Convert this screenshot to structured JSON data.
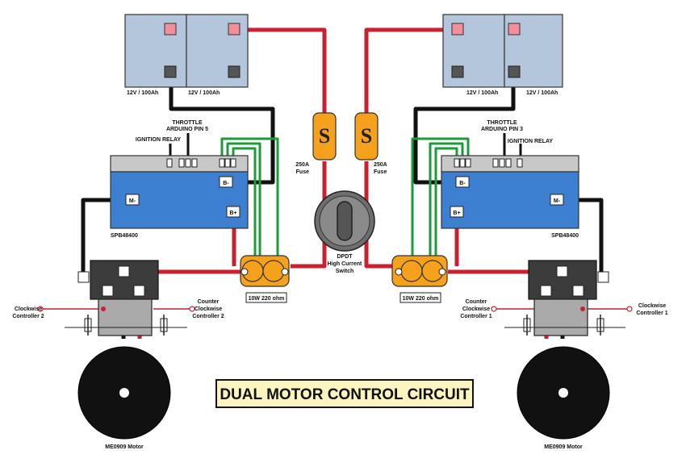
{
  "title": "DUAL MOTOR CONTROL CIRCUIT",
  "colors": {
    "battery": "#b4c6dc",
    "terminal_pos": "#f28f9a",
    "terminal_neg": "#555555",
    "wire_pos": "#cc1f2f",
    "wire_neg": "#111111",
    "wire_signal": "#1e9a3a",
    "controller_body": "#3d7fd0",
    "controller_top": "#c8c8c8",
    "resistor": "#f5a11c",
    "title_bg": "#fdf5c0",
    "relay_body": "#3c3c3c"
  },
  "left": {
    "battery_a": "12V / 100Ah",
    "battery_b": "12V / 100Ah",
    "throttle_line1": "THROTTLE",
    "throttle_line2": "ARDUINO PIN 5",
    "ignition": "IGNITION RELAY",
    "controller": "SPB48400",
    "b_minus": "B-",
    "b_plus": "B+",
    "m_minus": "M-",
    "fuse_line1": "250A",
    "fuse_line2": "Fuse",
    "resistor": "10W 220 ohm",
    "cw_line1": "Clockwise",
    "cw_line2": "Controller 2",
    "ccw_line1": "Counter",
    "ccw_line2": "Clockwise",
    "ccw_line3": "Controller 2",
    "motor": "ME0909 Motor"
  },
  "right": {
    "battery_a": "12V / 100Ah",
    "battery_b": "12V / 100Ah",
    "throttle_line1": "THROTTLE",
    "throttle_line2": "ARDUINO PIN 3",
    "ignition": "IGNITION RELAY",
    "controller": "SPB48400",
    "b_minus": "B-",
    "b_plus": "B+",
    "m_minus": "M-",
    "fuse_line1": "250A",
    "fuse_line2": "Fuse",
    "resistor": "10W 220 ohm",
    "cw_line1": "Clockwise",
    "cw_line2": "Controller 1",
    "ccw_line1": "Counter",
    "ccw_line2": "Clockwise",
    "ccw_line3": "Controller 1",
    "motor": "ME0909 Motor"
  },
  "switch": {
    "line1": "DPDT",
    "line2": "High Current",
    "line3": "Switch"
  }
}
